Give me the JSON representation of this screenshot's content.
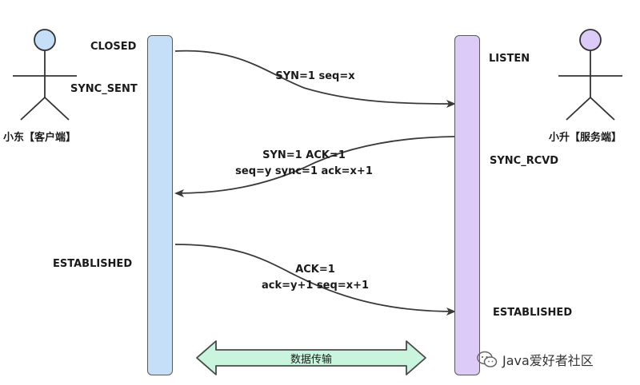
{
  "actors": {
    "client": {
      "label": "小东【客户端】",
      "color": "#c6dff8"
    },
    "server": {
      "label": "小升【服务端】",
      "color": "#dccaf7"
    }
  },
  "client_states": {
    "closed": "CLOSED",
    "sync_sent": "SYNC_SENT",
    "established": "ESTABLISHED"
  },
  "server_states": {
    "listen": "LISTEN",
    "sync_rcvd": "SYNC_RCVD",
    "established": "ESTABLISHED"
  },
  "messages": {
    "syn": {
      "line1": "SYN=1 seq=x"
    },
    "syn_ack": {
      "line1": "SYN=1 ACK=1",
      "line2": "seq=y sync=1 ack=x+1"
    },
    "ack": {
      "line1": "ACK=1",
      "line2": "ack=y+1 seq=x+1"
    }
  },
  "data_transfer": {
    "label": "数据传输",
    "color": "#c9f5de"
  },
  "watermark": {
    "text": "Java爱好者社区",
    "icon": "wechat-icon"
  }
}
